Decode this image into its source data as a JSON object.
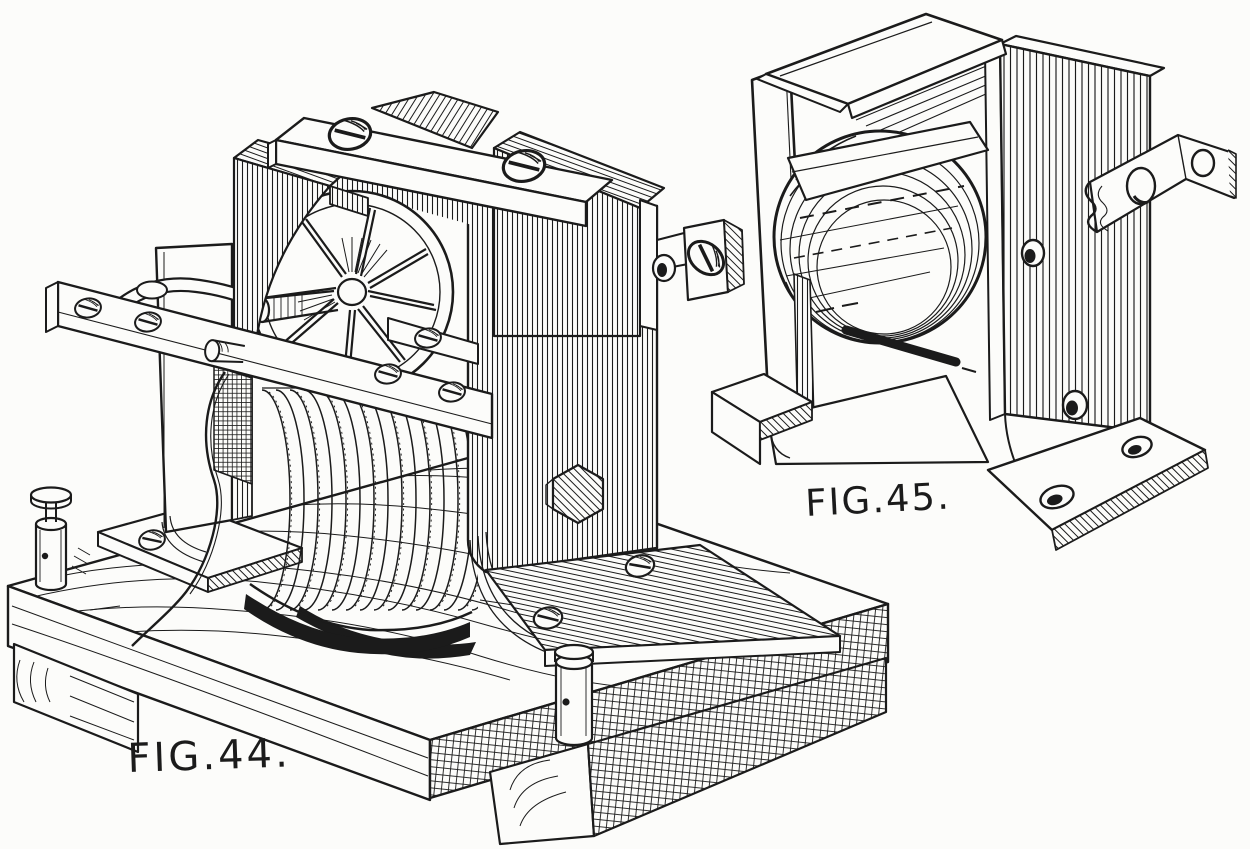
{
  "canvas": {
    "paper_color": "#fcfcfa",
    "ink_color": "#1b1b1b"
  },
  "figures": [
    {
      "id": "fig44",
      "label": "FIG.44."
    },
    {
      "id": "fig45",
      "label": "FIG.45."
    }
  ]
}
